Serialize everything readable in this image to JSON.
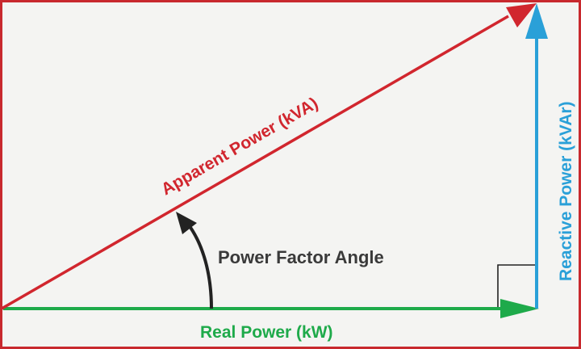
{
  "diagram": {
    "colors": {
      "real": "#1eaa4a",
      "apparent": "#d1262e",
      "reactive": "#2aa0d8",
      "angle": "#222222",
      "label": "#3a3a3a",
      "frame": "#c8292e",
      "background": "#f4f4f2"
    },
    "labels": {
      "apparent": "Apparent Power (kVA)",
      "reactive": "Reactive Power (kVAr)",
      "real": "Real Power (kW)",
      "angle": "Power Factor Angle"
    }
  }
}
